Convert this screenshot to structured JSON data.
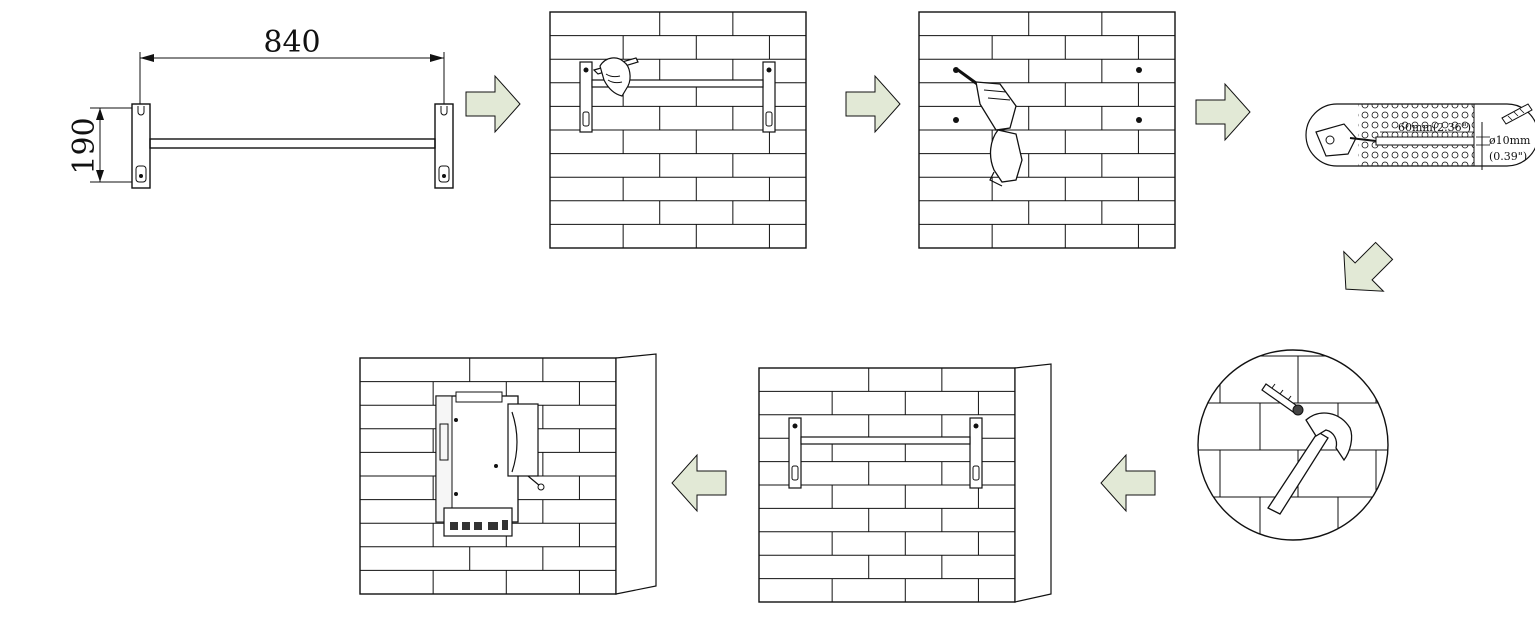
{
  "dimensions": {
    "width_label": "840",
    "height_label": "190"
  },
  "drill_detail": {
    "depth_label": "60mm(2.36\")",
    "diameter_label": "ø10mm",
    "diameter_inch_label": "(0.39\")"
  },
  "colors": {
    "arrow_fill": "#e2e9d6",
    "line": "#111111",
    "background": "#ffffff"
  },
  "steps": [
    {
      "id": "bracket-dimensions"
    },
    {
      "id": "mark-holes"
    },
    {
      "id": "drill-holes"
    },
    {
      "id": "drill-depth-detail"
    },
    {
      "id": "insert-anchors"
    },
    {
      "id": "mount-bracket"
    },
    {
      "id": "hang-inverter"
    }
  ]
}
